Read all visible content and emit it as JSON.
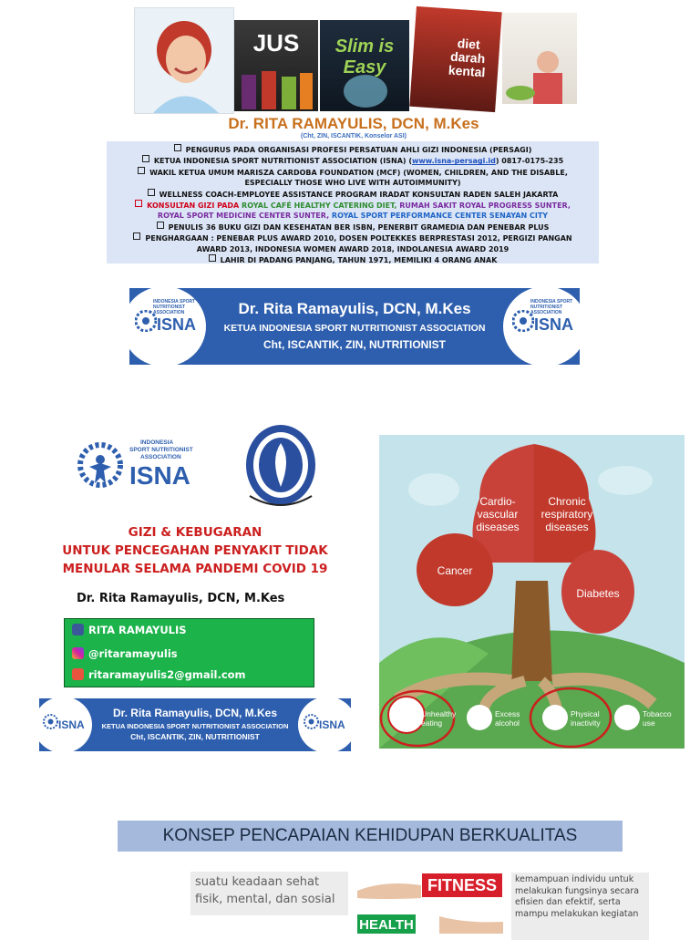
{
  "slide1": {
    "books": [
      {
        "title": "JUS"
      },
      {
        "title": "Slim is Easy"
      },
      {
        "title": "diet darah kental"
      },
      {
        "title": ""
      }
    ],
    "name": "Dr. RITA RAMAYULIS, DCN, M.Kes",
    "subtitle": "(Cht, ZIN, ISCANTIK, Konselor ASI)",
    "list": {
      "l1": "PENGURUS PADA ORGANISASI PROFESI PERSATUAN AHLI GIZI INDONESIA (PERSAGI)",
      "l2a": "KETUA INDONESIA SPORT NUTRITIONIST ASSOCIATION (ISNA) (",
      "l2link": "www.isna-persagi.id",
      "l2b": ") 0817-0175-235",
      "l3a": "WAKIL KETUA UMUM MARISZA CARDOBA FOUNDATION (MCF) (WOMEN, CHILDREN, AND THE DISABLE,",
      "l3b": "ESPECIALLY THOSE WHO LIVE WITH AUTOIMMUNITY)",
      "l4": "WELLNESS COACH-EMPLOYEE ASSISTANCE PROGRAM IRADAT KONSULTAN RADEN SALEH JAKARTA",
      "l5a": "KONSULTAN GIZI PADA",
      "l5b": "ROYAL CAFÉ HEALTHY CATERING DIET,",
      "l5c": "RUMAH SAKIT ROYAL PROGRESS SUNTER,",
      "l5d": "ROYAL SPORT MEDICINE CENTER SUNTER,",
      "l5e": "ROYAL SPORT PERFORMANCE CENTER SENAYAN CITY",
      "l6": "PENULIS 36 BUKU GIZI DAN KESEHATAN BER ISBN, PENERBIT GRAMEDIA DAN PENEBAR PLUS",
      "l7a": "PENGHARGAAN : PENEBAR PLUS AWARD 2010, DOSEN POLTEKKES BERPRESTASI 2012, PERGIZI PANGAN",
      "l7b": "AWARD 2013, INDONESIA WOMEN AWARD 2018, INDOLANESIA AWARD 2019",
      "l8": "LAHIR DI PADANG PANJANG, TAHUN 1971, MEMILIKI 4 ORANG ANAK"
    }
  },
  "banner": {
    "name": "Dr. Rita Ramayulis, DCN, M.Kes",
    "line2": "KETUA INDONESIA SPORT NUTRITIONIST ASSOCIATION",
    "line3": "Cht, ISCANTIK, ZIN, NUTRITIONIST",
    "logo_text": "ISNA",
    "logo_small": "INDONESIA SPORT NUTRITIONIST ASSOCIATION"
  },
  "slide3": {
    "isna_logo": {
      "small1": "INDONESIA",
      "small2": "SPORT NUTRITIONIST",
      "small3": "ASSOCIATION",
      "big": "ISNA"
    },
    "title_lines": [
      "GIZI & KEBUGARAN",
      "UNTUK PENCEGAHAN PENYAKIT TIDAK",
      "MENULAR SELAMA PANDEMI COVID 19"
    ],
    "author": "Dr. Rita Ramayulis, DCN, M.Kes",
    "contacts": [
      {
        "icon": "facebook-icon",
        "text": "RITA RAMAYULIS",
        "color": "#3b5998"
      },
      {
        "icon": "instagram-icon",
        "text": "@ritaramayulis",
        "color": "#d6249f"
      },
      {
        "icon": "email-icon",
        "text": "ritaramayulis2@gmail.com",
        "color": "#e8543d"
      }
    ],
    "tree": {
      "blobs": [
        "Cardio-\nvascular\ndiseases",
        "Chronic\nrespiratory\ndiseases",
        "Cancer",
        "Diabetes"
      ],
      "roots": [
        "Unhealthy\neating",
        "Excess\nalcohol",
        "Physical\ninactivity",
        "Tobacco\nuse"
      ]
    }
  },
  "slide4": {
    "title": "KONSEP PENCAPAIAN KEHIDUPAN BERKUALITAS",
    "left_text": "suatu keadaan sehat fisik, mental, dan sosial",
    "right_text": "kemampuan individu untuk melakukan fungsinya secara efisien dan efektif, serta mampu melakukan kegiatan",
    "sign1": "FITNESS",
    "sign2": "HEALTH"
  },
  "colors": {
    "banner": "#2e5fae",
    "contact_bg": "#1bb34a",
    "title_red": "#cc1f1f",
    "name_orange": "#c8701d"
  }
}
